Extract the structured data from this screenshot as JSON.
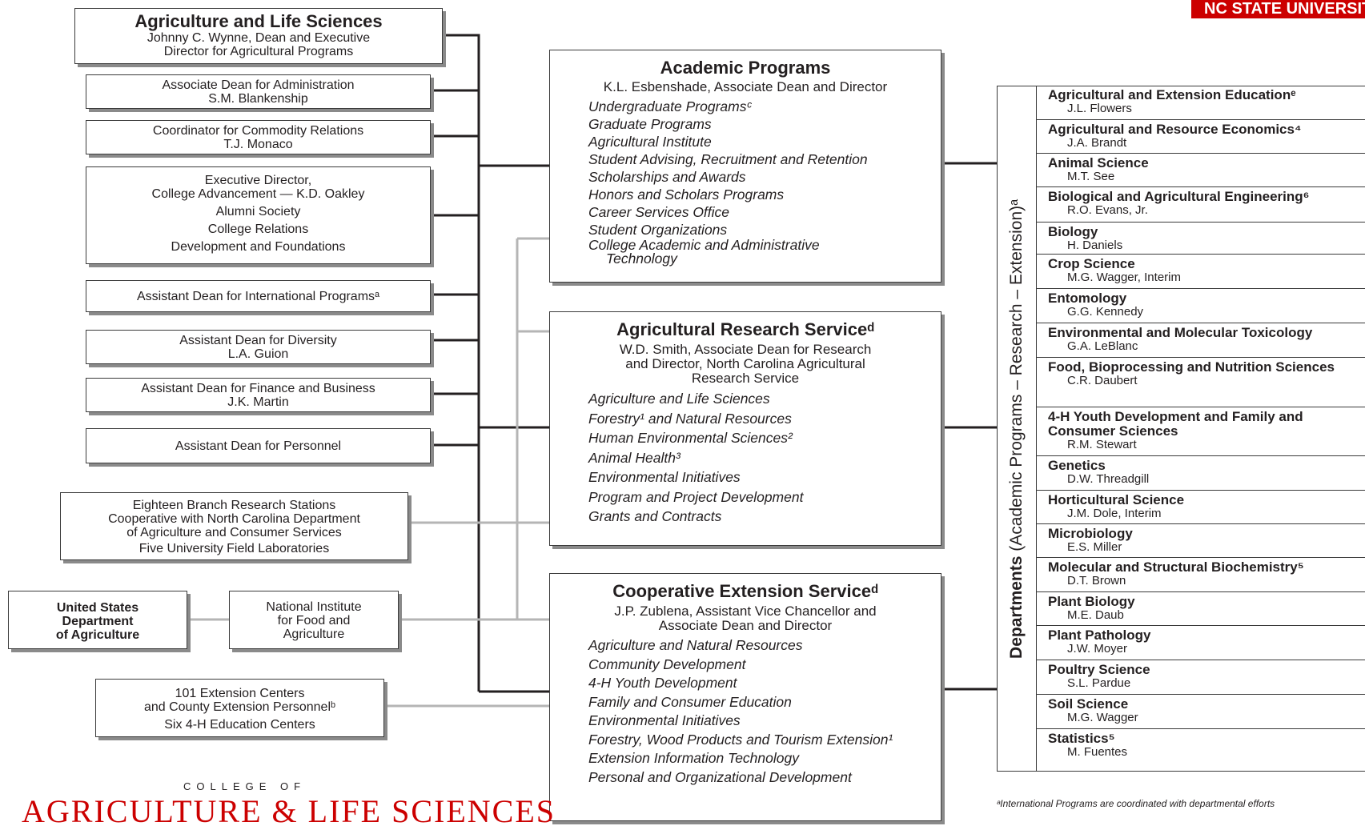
{
  "brand": {
    "university": "NC STATE UNIVERSITY",
    "college_small": "COLLEGE OF",
    "college_big": "AGRICULTURE & LIFE SCIENCES",
    "accent": "#cc0000"
  },
  "dean_box": {
    "title": "Agriculture and Life Sciences",
    "lines": [
      "Johnny C. Wynne, Dean and Executive",
      "Director for Agricultural Programs"
    ]
  },
  "left_boxes": {
    "admin": [
      "Associate Dean for Administration",
      "S.M. Blankenship"
    ],
    "commodity": [
      "Coordinator for Commodity Relations",
      "T.J. Monaco"
    ],
    "advancement": [
      "Executive Director,",
      "College Advancement — K.D. Oakley",
      "Alumni Society",
      "College Relations",
      "Development and Foundations"
    ],
    "international": "Assistant Dean for International Programsᵃ",
    "diversity": [
      "Assistant Dean for Diversity",
      "L.A. Guion"
    ],
    "finance": [
      "Assistant Dean for Finance and Business",
      "J.K. Martin"
    ],
    "personnel": "Assistant Dean for Personnel",
    "stations": [
      "Eighteen Branch Research Stations",
      "Cooperative with North Carolina Department",
      "of Agriculture and Consumer Services",
      "Five University Field Laboratories"
    ],
    "usda": [
      "United States",
      "Department",
      "of Agriculture"
    ],
    "nifa": [
      "National Institute",
      "for Food and",
      "Agriculture"
    ],
    "extension_centers": [
      "101 Extension Centers",
      "and County Extension Personnelᵇ",
      "Six 4-H Education Centers"
    ]
  },
  "academic": {
    "title": "Academic Programs",
    "subtitle": [
      "K.L. Esbenshade, Associate Dean and Director"
    ],
    "items": [
      "Undergraduate Programsᶜ",
      "Graduate Programs",
      "Agricultural Institute",
      "Student Advising, Recruitment and Retention",
      "Scholarships and Awards",
      "Honors and Scholars Programs",
      "Career Services Office",
      "Student Organizations",
      "College Academic and Administrative",
      "Technology"
    ]
  },
  "research": {
    "title": "Agricultural Research Serviceᵈ",
    "subtitle": [
      "W.D. Smith, Associate Dean for Research",
      "and Director, North Carolina Agricultural",
      "Research Service"
    ],
    "items": [
      "Agriculture and Life Sciences",
      "Forestry¹ and Natural Resources",
      "Human Environmental Sciences²",
      "Animal Health³",
      "Environmental Initiatives",
      "Program and Project Development",
      "Grants and Contracts"
    ]
  },
  "extension": {
    "title": "Cooperative Extension Serviceᵈ",
    "subtitle": [
      "J.P. Zublena, Assistant Vice Chancellor and",
      "Associate Dean and Director"
    ],
    "items": [
      "Agriculture and Natural Resources",
      "Community Development",
      "4-H Youth Development",
      "Family and Consumer Education",
      "Environmental Initiatives",
      "Forestry, Wood Products and Tourism Extension¹",
      "Extension Information Technology",
      "Personal and Organizational Development"
    ]
  },
  "departments": {
    "label_bold": "Departments",
    "label_rest": " (Academic Programs – Research – Extension)ᵃ",
    "list": [
      {
        "name": "Agricultural and Extension Educationᵉ",
        "head": "J.L. Flowers"
      },
      {
        "name": "Agricultural and Resource Economics⁴",
        "head": "J.A. Brandt"
      },
      {
        "name": "Animal Science",
        "head": "M.T. See"
      },
      {
        "name": "Biological and Agricultural Engineering⁶",
        "head": "R.O. Evans, Jr."
      },
      {
        "name": "Biology",
        "head": "H. Daniels"
      },
      {
        "name": "Crop Science",
        "head": "M.G. Wagger, Interim"
      },
      {
        "name": "Entomology",
        "head": "G.G. Kennedy"
      },
      {
        "name": "Environmental and Molecular Toxicology",
        "head": "G.A. LeBlanc"
      },
      {
        "name": "Food, Bioprocessing and Nutrition Sciences",
        "head": "C.R. Daubert"
      },
      {
        "name": "4-H Youth Development and Family and Consumer Sciences",
        "head": "R.M. Stewart"
      },
      {
        "name": "Genetics",
        "head": "D.W. Threadgill"
      },
      {
        "name": "Horticultural Science",
        "head": "J.M. Dole, Interim"
      },
      {
        "name": "Microbiology",
        "head": "E.S. Miller"
      },
      {
        "name": "Molecular and Structural Biochemistry⁵",
        "head": "D.T. Brown"
      },
      {
        "name": "Plant Biology",
        "head": "M.E. Daub"
      },
      {
        "name": "Plant Pathology",
        "head": "J.W. Moyer"
      },
      {
        "name": "Poultry Science",
        "head": "S.L. Pardue"
      },
      {
        "name": "Soil Science",
        "head": "M.G. Wagger"
      },
      {
        "name": "Statistics⁵",
        "head": "M. Fuentes"
      }
    ]
  },
  "footnote": "ᵃInternational Programs are coordinated with departmental efforts"
}
